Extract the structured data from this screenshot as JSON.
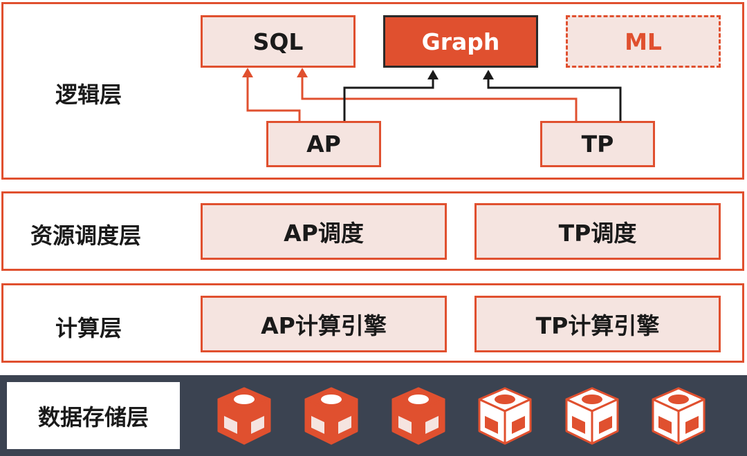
{
  "colors": {
    "accent": "#e0502f",
    "box_fill": "#f5e4e0",
    "storage_band": "#3b4351",
    "arrow_dark": "#1a1a1a"
  },
  "layers": {
    "logic": {
      "label": "逻辑层",
      "sql": "SQL",
      "graph": "Graph",
      "ml": "ML",
      "ap": "AP",
      "tp": "TP"
    },
    "scheduling": {
      "label": "资源调度层",
      "ap": "AP调度",
      "tp": "TP调度"
    },
    "compute": {
      "label": "计算层",
      "ap": "AP计算引擎",
      "tp": "TP计算引擎"
    },
    "storage": {
      "label": "数据存储层",
      "nodes": [
        {
          "variant": "orange-top",
          "icon": "storage-cube-icon"
        },
        {
          "variant": "orange-top",
          "icon": "storage-cube-icon"
        },
        {
          "variant": "orange-top",
          "icon": "storage-cube-icon"
        },
        {
          "variant": "white-top",
          "icon": "storage-cube-icon"
        },
        {
          "variant": "white-top",
          "icon": "storage-cube-icon"
        },
        {
          "variant": "white-top",
          "icon": "storage-cube-icon"
        }
      ]
    }
  }
}
